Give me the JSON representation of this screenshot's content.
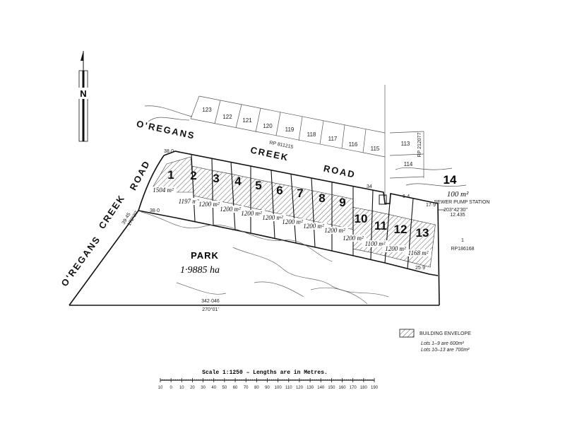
{
  "north": "N",
  "roads": {
    "oregans_top": "O'REGANS",
    "creek_top": "CREEK",
    "road_top": "ROAD",
    "road_left": "ROAD",
    "creek_left": "CREEK",
    "oregans_left": "O'REGANS"
  },
  "upper_lots": [
    "123",
    "122",
    "121",
    "120",
    "119",
    "118",
    "117",
    "116",
    "115",
    "113",
    "114"
  ],
  "upper_plan": "RP 811215",
  "upper_plan_right": "RP 212077",
  "lots": [
    {
      "no": "1",
      "area": "1504 m²"
    },
    {
      "no": "2",
      "area": "1197 m²"
    },
    {
      "no": "3",
      "area": "1200 m²"
    },
    {
      "no": "4",
      "area": "1200 m²"
    },
    {
      "no": "5",
      "area": "1200 m²"
    },
    {
      "no": "6",
      "area": "1200 m²"
    },
    {
      "no": "7",
      "area": "1200 m²"
    },
    {
      "no": "8",
      "area": "1200 m²"
    },
    {
      "no": "9",
      "area": "1200 m²"
    },
    {
      "no": "10",
      "area": "1200 m²"
    },
    {
      "no": "11",
      "area": "1100 m²"
    },
    {
      "no": "12",
      "area": "1200 m²"
    },
    {
      "no": "13",
      "area": "1168 m²"
    }
  ],
  "lot14": {
    "no": "14",
    "area": "100 m²",
    "label": "SEWER PUMP STATION",
    "bearing": "203°42'30\"",
    "dist": "12.435"
  },
  "rp_right": {
    "no": "1",
    "plan": "RP186168"
  },
  "park": {
    "label": "PARK",
    "area": "1·9885 ha"
  },
  "boundary": {
    "dist": "342·046",
    "bearing": "270°01'"
  },
  "left_dims": {
    "a": "38·0",
    "b": "39·45",
    "c": "172°30'"
  },
  "right_dims": {
    "a": "34",
    "b": "6·4",
    "c": "17·9",
    "d": "25·9"
  },
  "legend": {
    "label": "BUILDING ENVELOPE",
    "note1": "Lots 1–9 are 600m²",
    "note2": "Lots 10–13 are 700m²"
  },
  "scale": {
    "caption": "Scale 1:1250 – Lengths are in Metres.",
    "ticks": [
      "10",
      "0",
      "10",
      "20",
      "30",
      "40",
      "50",
      "60",
      "70",
      "80",
      "90",
      "100",
      "110",
      "120",
      "130",
      "140",
      "150",
      "160",
      "170",
      "180",
      "190"
    ]
  }
}
